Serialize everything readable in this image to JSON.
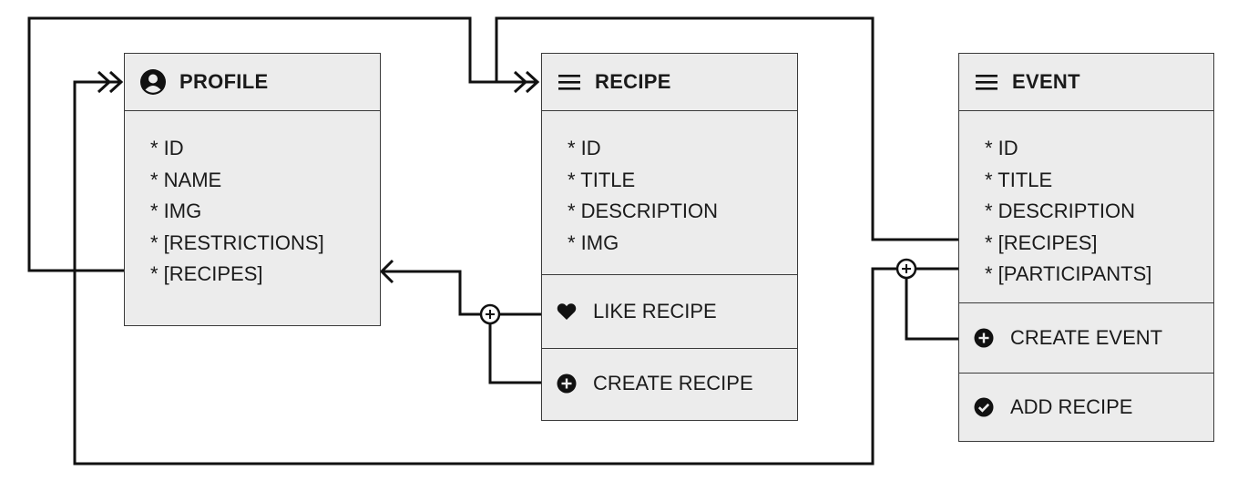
{
  "diagram": {
    "profile": {
      "title": "PROFILE",
      "icon": "account-circle-icon",
      "fields": [
        "* ID",
        "* NAME",
        "* IMG",
        "* [RESTRICTIONS]",
        "* [RECIPES]"
      ]
    },
    "recipe": {
      "title": "RECIPE",
      "icon": "menu-icon",
      "fields": [
        "* ID",
        "* TITLE",
        "* DESCRIPTION",
        "* IMG"
      ],
      "actions": [
        {
          "label": "LIKE RECIPE",
          "icon": "heart-icon"
        },
        {
          "label": "CREATE RECIPE",
          "icon": "plus-circle-icon"
        }
      ]
    },
    "event": {
      "title": "EVENT",
      "icon": "menu-icon",
      "fields": [
        "* ID",
        "* TITLE",
        "* DESCRIPTION",
        "* [RECIPES]",
        "* [PARTICIPANTS]"
      ],
      "actions": [
        {
          "label": "CREATE EVENT",
          "icon": "plus-circle-icon"
        },
        {
          "label": "ADD RECIPE",
          "icon": "check-circle-icon"
        }
      ]
    },
    "colors": {
      "box_fill": "#ececec",
      "line": "#111111",
      "border": "#3a3a3a"
    }
  }
}
